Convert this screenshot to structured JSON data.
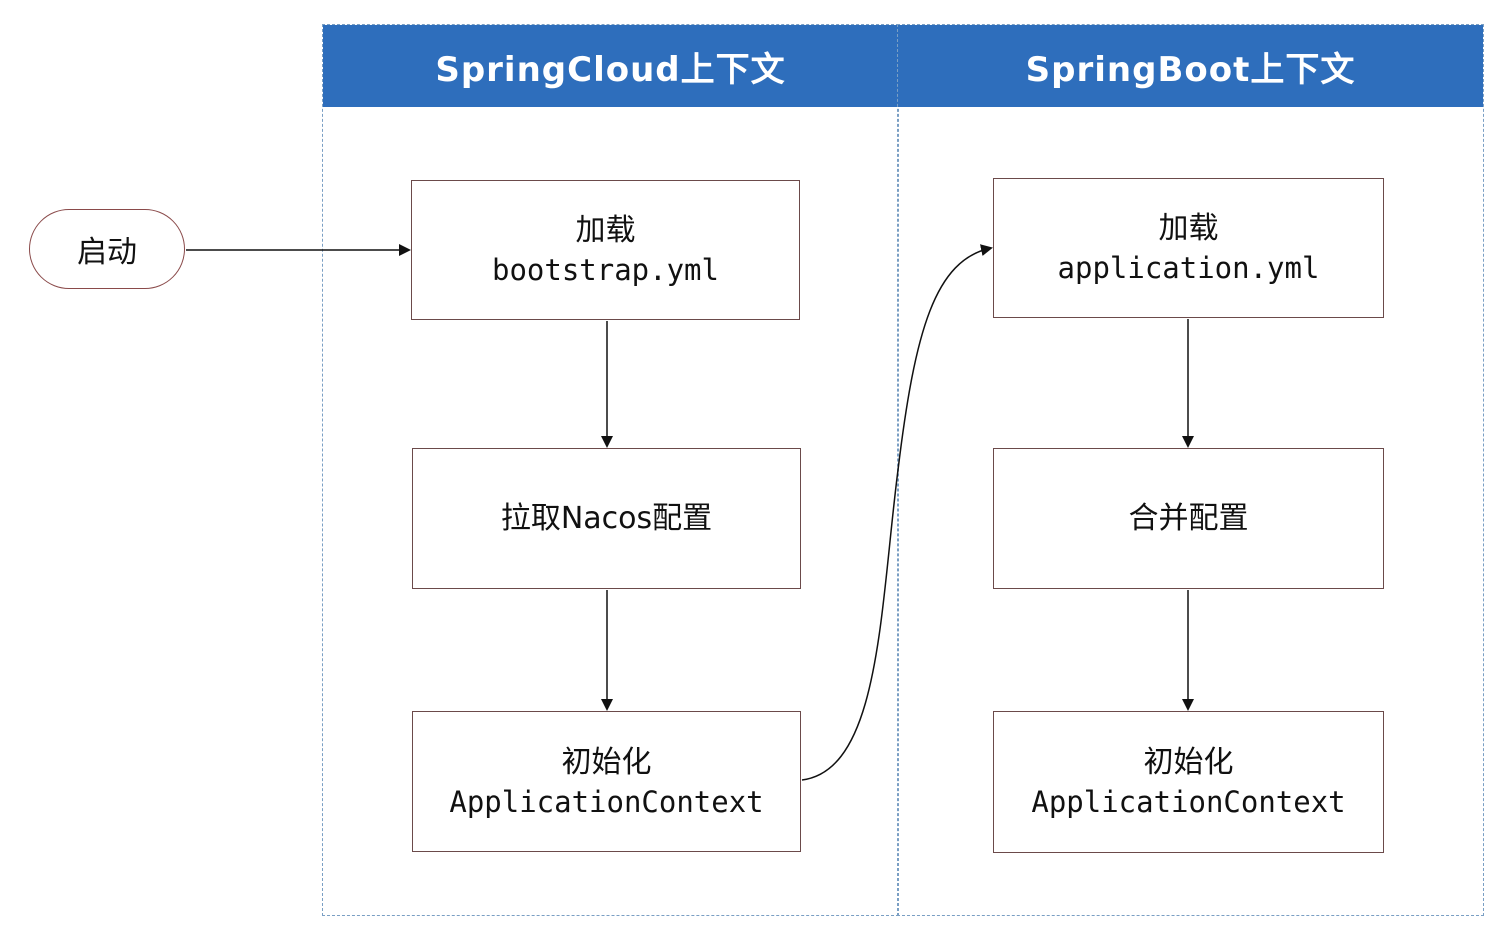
{
  "lanes": {
    "left_title": "SpringCloud上下文",
    "right_title": "SpringBoot上下文"
  },
  "start": {
    "label": "启动"
  },
  "cloud_nodes": {
    "load": {
      "line1": "加载",
      "line2": "bootstrap.yml"
    },
    "pull": {
      "line1": "拉取Nacos配置"
    },
    "init": {
      "line1": "初始化",
      "line2": "ApplicationContext"
    }
  },
  "boot_nodes": {
    "load": {
      "line1": "加载",
      "line2": "application.yml"
    },
    "merge": {
      "line1": "合并配置"
    },
    "init": {
      "line1": "初始化",
      "line2": "ApplicationContext"
    }
  },
  "colors": {
    "header": "#2e6ebc",
    "lane_border": "#7a9fc4",
    "node_border": "#6b4a4a"
  }
}
